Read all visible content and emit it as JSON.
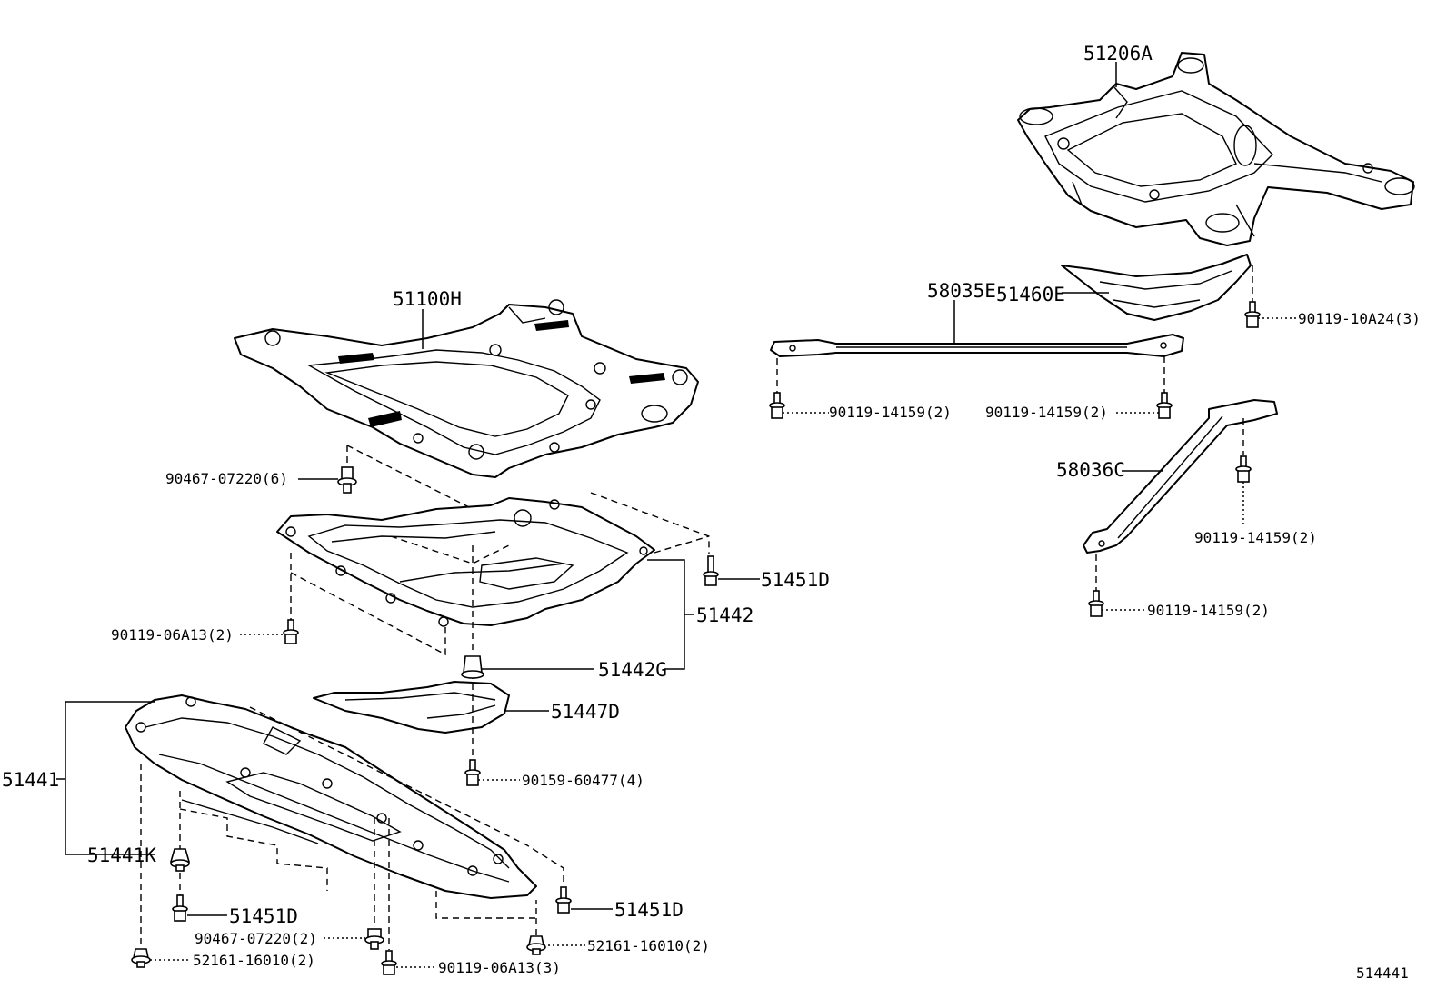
{
  "labels": {
    "p51206A": "51206A",
    "p51100H": "51100H",
    "p58035E": "58035E",
    "p51460E": "51460E",
    "p90119_10A24": "90119-10A24(3)",
    "p90119_14159_a": "90119-14159(2)",
    "p90119_14159_b": "90119-14159(2)",
    "p90467_07220_6": "90467-07220(6)",
    "p58036C": "58036C",
    "p90119_14159_c": "90119-14159(2)",
    "p51451D_a": "51451D",
    "p51442": "51442",
    "p90119_06A13_2": "90119-06A13(2)",
    "p90119_14159_d": "90119-14159(2)",
    "p51442G": "51442G",
    "p51447D": "51447D",
    "p51441": "51441",
    "p90159_60477": "90159-60477(4)",
    "p51441K": "51441K",
    "p51451D_b": "51451D",
    "p51451D_c": "51451D",
    "p90467_07220_2": "90467-07220(2)",
    "p52161_16010_a": "52161-16010(2)",
    "p52161_16010_b": "52161-16010(2)",
    "p90119_06A13_3": "90119-06A13(3)",
    "figure_id": "514441"
  }
}
